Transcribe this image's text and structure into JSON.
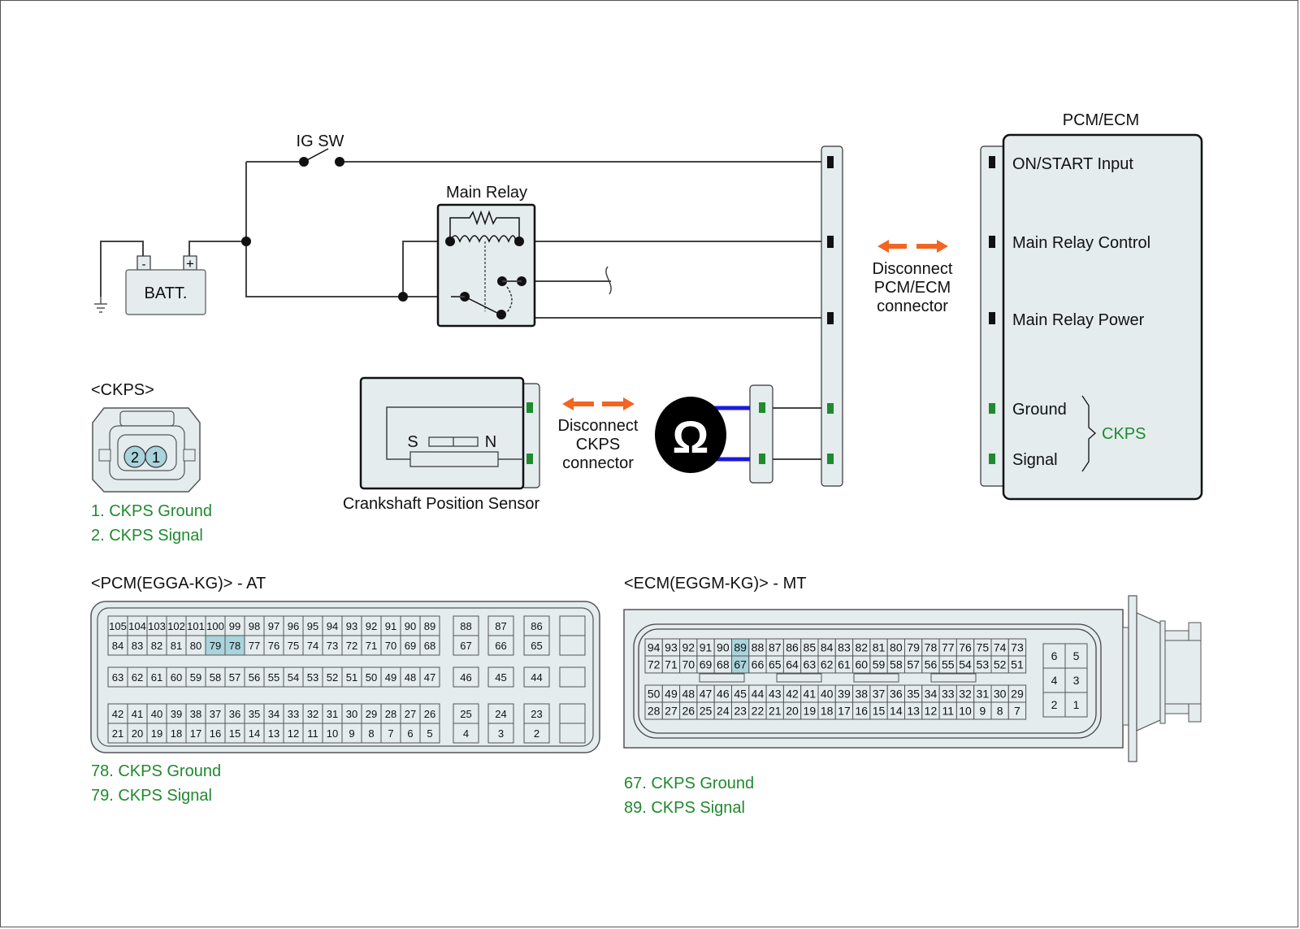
{
  "diagram": {
    "ig_switch_label": "IG SW",
    "main_relay_label": "Main Relay",
    "battery_label": "BATT.",
    "battery_neg": "-",
    "battery_pos": "+",
    "module_title": "PCM/ECM",
    "module_pins": [
      {
        "label": "ON/START Input",
        "color": "#111111"
      },
      {
        "label": "Main Relay Control",
        "color": "#111111"
      },
      {
        "label": "Main Relay Power",
        "color": "#111111"
      },
      {
        "label": "Ground",
        "color": "#1f8a2e"
      },
      {
        "label": "Signal",
        "color": "#1f8a2e"
      }
    ],
    "module_group_label": "CKPS",
    "disconnect_pcm": [
      "Disconnect",
      "PCM/ECM",
      "connector"
    ],
    "disconnect_ckps": [
      "Disconnect",
      "CKPS",
      "connector"
    ],
    "sensor_label": "Crankshaft Position Sensor",
    "sensor_s": "S",
    "sensor_n": "N",
    "ohmmeter_symbol": "Ω",
    "colors": {
      "accent_arrow": "#f26522",
      "signal_green": "#1f8a2e",
      "meter_lead": "#1a1adb",
      "highlight_pin": "#a9d4dc",
      "panel_fill": "#e4ecee"
    }
  },
  "ckps_connector": {
    "title": "<CKPS>",
    "pins": [
      "2",
      "1"
    ],
    "legend": [
      "1. CKPS Ground",
      "2. CKPS Signal"
    ]
  },
  "pcm_connector": {
    "title": "<PCM(EGGA-KG)> - AT",
    "block_a_rows": [
      [
        "105",
        "104",
        "103",
        "102",
        "101",
        "100",
        "99",
        "98",
        "97",
        "96",
        "95",
        "94",
        "93",
        "92",
        "91",
        "90",
        "89"
      ],
      [
        "84",
        "83",
        "82",
        "81",
        "80",
        "79",
        "78",
        "77",
        "76",
        "75",
        "74",
        "73",
        "72",
        "71",
        "70",
        "69",
        "68"
      ],
      [
        "63",
        "62",
        "61",
        "60",
        "59",
        "58",
        "57",
        "56",
        "55",
        "54",
        "53",
        "52",
        "51",
        "50",
        "49",
        "48",
        "47"
      ],
      [
        "42",
        "41",
        "40",
        "39",
        "38",
        "37",
        "36",
        "35",
        "34",
        "33",
        "32",
        "31",
        "30",
        "29",
        "28",
        "27",
        "26"
      ],
      [
        "21",
        "20",
        "19",
        "18",
        "17",
        "16",
        "15",
        "14",
        "13",
        "12",
        "11",
        "10",
        "9",
        "8",
        "7",
        "6",
        "5"
      ]
    ],
    "side_columns": [
      [
        "88",
        "67",
        "46",
        "25",
        "4"
      ],
      [
        "87",
        "66",
        "45",
        "24",
        "3"
      ],
      [
        "86",
        "65",
        "44",
        "23",
        "2"
      ],
      [
        "",
        "",
        "",
        "",
        ""
      ]
    ],
    "highlighted": [
      "79",
      "78"
    ],
    "legend": [
      "78. CKPS Ground",
      "79. CKPS Signal"
    ]
  },
  "ecm_connector": {
    "title": "<ECM(EGGM-KG)> - MT",
    "rows": [
      [
        "94",
        "93",
        "92",
        "91",
        "90",
        "89",
        "88",
        "87",
        "86",
        "85",
        "84",
        "83",
        "82",
        "81",
        "80",
        "79",
        "78",
        "77",
        "76",
        "75",
        "74",
        "73"
      ],
      [
        "72",
        "71",
        "70",
        "69",
        "68",
        "67",
        "66",
        "65",
        "64",
        "63",
        "62",
        "61",
        "60",
        "59",
        "58",
        "57",
        "56",
        "55",
        "54",
        "53",
        "52",
        "51"
      ],
      [
        "50",
        "49",
        "48",
        "47",
        "46",
        "45",
        "44",
        "43",
        "42",
        "41",
        "40",
        "39",
        "38",
        "37",
        "36",
        "35",
        "34",
        "33",
        "32",
        "31",
        "30",
        "29"
      ],
      [
        "28",
        "27",
        "26",
        "25",
        "24",
        "23",
        "22",
        "21",
        "20",
        "19",
        "18",
        "17",
        "16",
        "15",
        "14",
        "13",
        "12",
        "11",
        "10",
        "9",
        "8",
        "7"
      ]
    ],
    "small_block": [
      [
        "6",
        "5"
      ],
      [
        "4",
        "3"
      ],
      [
        "2",
        "1"
      ]
    ],
    "highlighted": [
      "89",
      "67"
    ],
    "legend": [
      "67. CKPS Ground",
      "89. CKPS Signal"
    ]
  }
}
